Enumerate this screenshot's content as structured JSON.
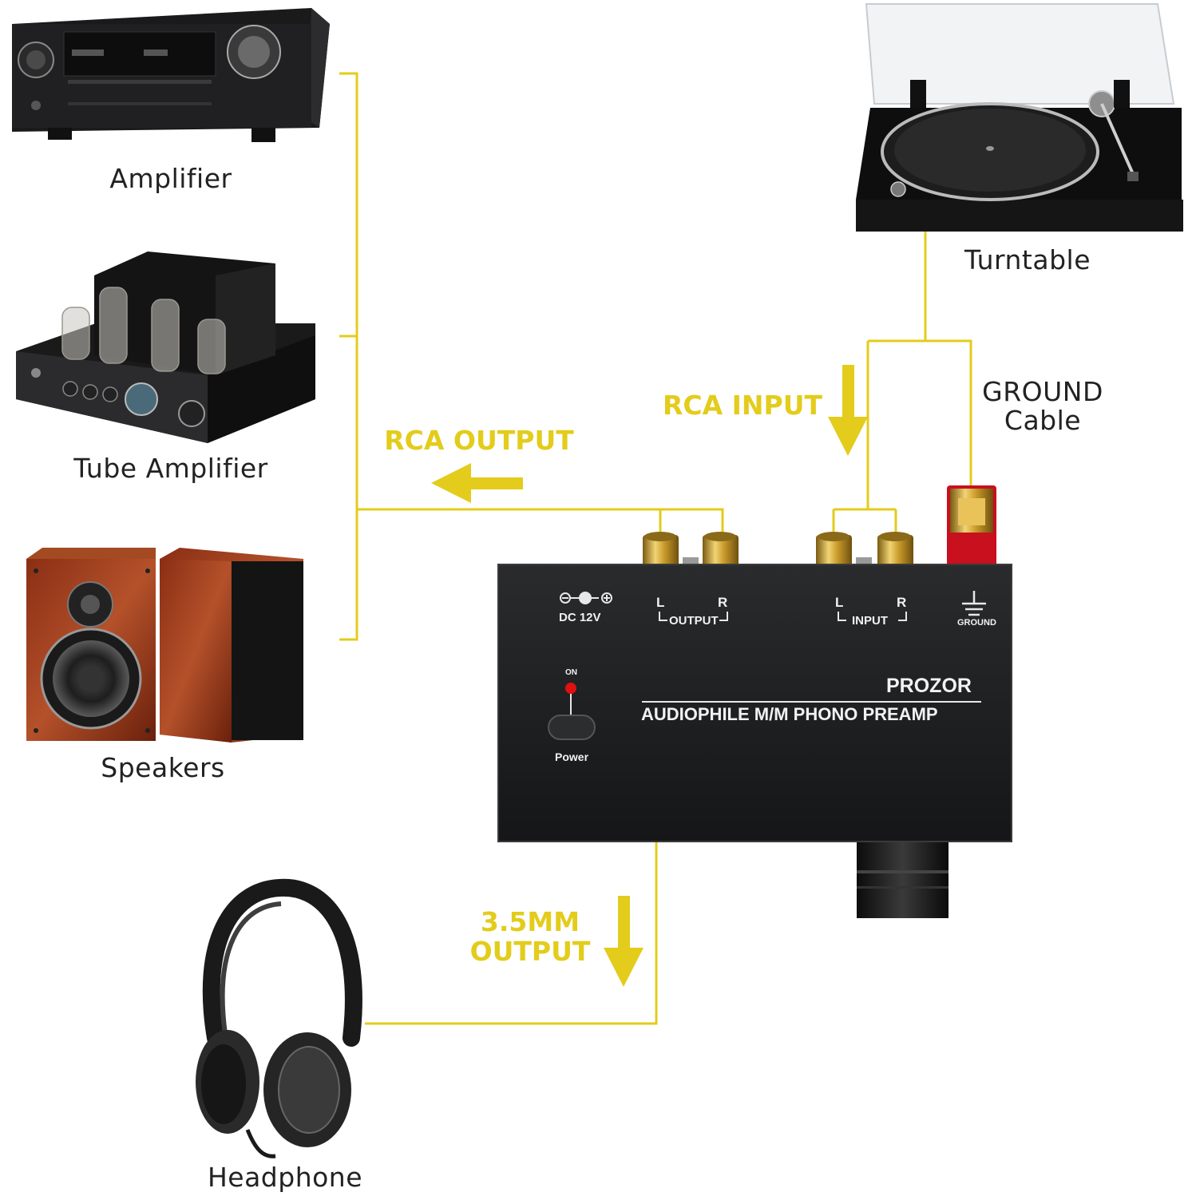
{
  "labels": {
    "amplifier": "Amplifier",
    "tube_amplifier": "Tube Amplifier",
    "speakers": "Speakers",
    "headphone": "Headphone",
    "turntable": "Turntable",
    "ground_cable_line1": "GROUND",
    "ground_cable_line2": "Cable"
  },
  "flow_labels": {
    "rca_output": "RCA OUTPUT",
    "rca_input": "RCA INPUT",
    "mm_output_line1": "3.5MM",
    "mm_output_line2": "OUTPUT"
  },
  "device": {
    "dc": "DC 12V",
    "output_l": "L",
    "output_r": "R",
    "output": "OUTPUT",
    "input_l": "L",
    "input_r": "R",
    "input": "INPUT",
    "ground": "GROUND",
    "on": "ON",
    "power": "Power",
    "brand": "PROZOR",
    "model": "AUDIOPHILE M/M PHONO PREAMP"
  },
  "colors": {
    "line": "#e3cc1b",
    "device_body": "#1c1d1f",
    "gold": "#c9a33a",
    "red": "#c8101e"
  }
}
